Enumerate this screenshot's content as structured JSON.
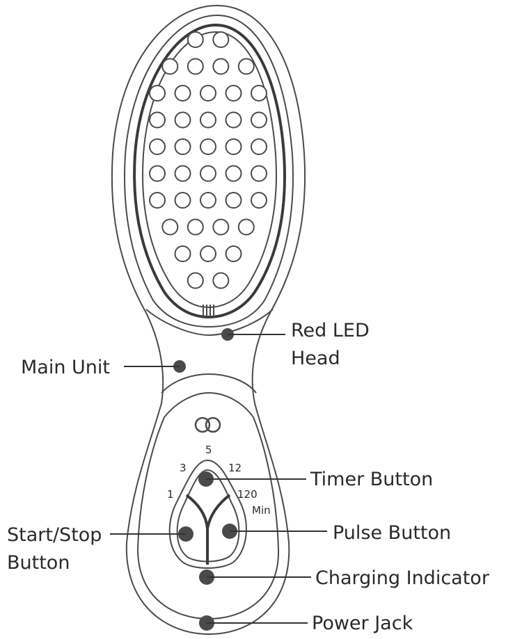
{
  "labels": {
    "red_led_head_line1": "Red LED",
    "red_led_head_line2": "Head",
    "main_unit": "Main Unit",
    "timer_button": "Timer Button",
    "start_stop_line1": "Start/Stop",
    "start_stop_line2": "Button",
    "pulse_button": "Pulse Button",
    "charging_indicator": "Charging Indicator",
    "power_jack": "Power Jack"
  },
  "timer_scale": {
    "t1": "1",
    "t3": "3",
    "t5": "5",
    "t12": "12",
    "t120": "120",
    "unit": "Min"
  },
  "led_rows": [
    2,
    4,
    5,
    5,
    5,
    5,
    5,
    4,
    3,
    2
  ],
  "icons": {
    "brand_logo": "interlocking-rings-icon"
  },
  "colors": {
    "line": "#4a4a4a",
    "text": "#2a2a2a",
    "background": "#ffffff"
  }
}
